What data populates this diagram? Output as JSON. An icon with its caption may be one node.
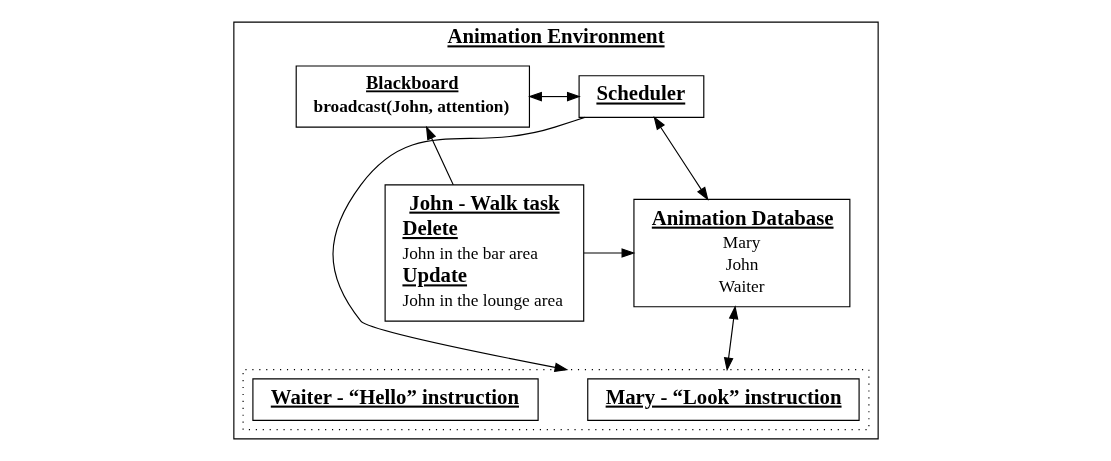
{
  "diagram": {
    "nodes": [
      {
        "text": [
          "Animation Environment"
        ]
      },
      {
        "text": [
          "Blackboard",
          "broadcast(John, attention)"
        ],
        "in": 0
      },
      {
        "text": [
          "Scheduler"
        ],
        "in": 0
      },
      {
        "text": [
          "John - Walk task",
          "Delete",
          "John in the bar area",
          "Update",
          "John in the lounge area"
        ],
        "in": 0
      },
      {
        "text": [
          "Animation Database",
          "Mary",
          "John",
          "Waiter"
        ],
        "in": 0
      },
      {
        "text": [],
        "shape": "box",
        "in": 0
      },
      {
        "text": [
          "Mary - “Look” instruction"
        ],
        "in": 5
      },
      {
        "text": [
          "Waiter - “Hello” instruction"
        ],
        "in": 5
      }
    ],
    "edges": [
      {
        "from": 1,
        "to": 2,
        "arrow": "both"
      },
      {
        "from": 3,
        "to": 1,
        "arrow": "to"
      },
      {
        "from": 2,
        "to": 4,
        "arrow": "both"
      },
      {
        "from": 2,
        "to": 5,
        "arrow": "to"
      },
      {
        "from": 3,
        "to": 4,
        "arrow": "to"
      },
      {
        "from": 4,
        "to": 5,
        "arrow": "both"
      }
    ]
  }
}
